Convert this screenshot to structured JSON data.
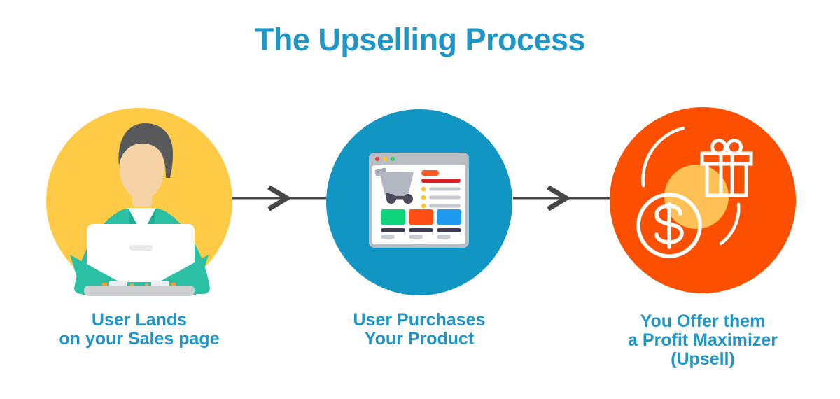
{
  "title": "The Upselling Process",
  "steps": [
    {
      "icon": "person-at-laptop-icon",
      "circle_color": "#FFCA45",
      "label_lines": [
        "User Lands",
        "on your Sales page"
      ]
    },
    {
      "icon": "browser-shopping-cart-icon",
      "circle_color": "#1196C3",
      "label_lines": [
        "User Purchases",
        "Your Product"
      ]
    },
    {
      "icon": "dollar-coin-and-gift-icon",
      "circle_color": "#FC5000",
      "label_lines": [
        "You Offer them",
        "a Profit Maximizer",
        "(Upsell)"
      ]
    }
  ],
  "connectors": [
    {
      "direction": "right"
    },
    {
      "direction": "right"
    }
  ],
  "colors": {
    "background": "#FFFFFF",
    "title_text": "#1E96C8",
    "label_text": "#1E96C8",
    "arrow": "#474747",
    "step1_yellow": "#FFCA45",
    "step2_blue": "#1196C3",
    "step3_orange": "#FC5000",
    "sun_accent_yellow": "#FFC155"
  }
}
